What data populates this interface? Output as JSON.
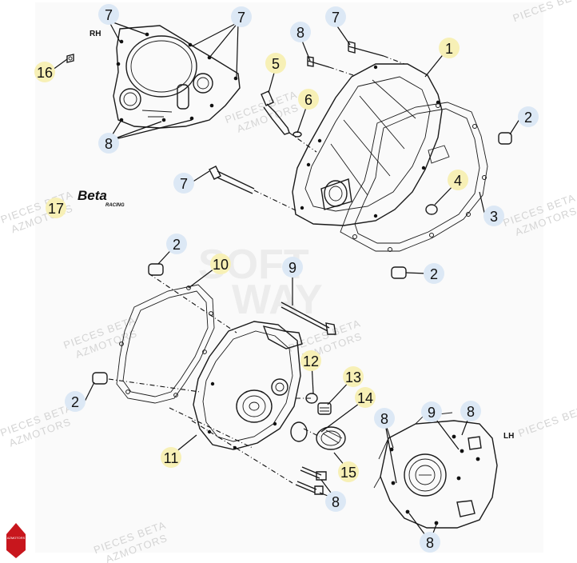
{
  "labels": {
    "rh": "RH",
    "lh": "LH",
    "brand_name": "Beta",
    "brand_tagline": "RACING",
    "watermark_line1": "PIECES BETA",
    "watermark_line2": "AZMOTORS",
    "watermark_center": "SOFT WAY",
    "logo_text": "AZMOTORS"
  },
  "colors": {
    "callout_yellow": "#f7f0b6",
    "callout_blue": "#dce8f5",
    "logo_red": "#c8161d"
  },
  "callouts": [
    {
      "id": "c7a",
      "num": "7",
      "tone": "blue"
    },
    {
      "id": "c7b",
      "num": "7",
      "tone": "blue"
    },
    {
      "id": "c7c",
      "num": "7",
      "tone": "blue"
    },
    {
      "id": "c8a",
      "num": "8",
      "tone": "blue"
    },
    {
      "id": "c1",
      "num": "1",
      "tone": "yellow"
    },
    {
      "id": "c16",
      "num": "16",
      "tone": "yellow"
    },
    {
      "id": "c5",
      "num": "5",
      "tone": "yellow"
    },
    {
      "id": "c6",
      "num": "6",
      "tone": "yellow"
    },
    {
      "id": "c8b",
      "num": "8",
      "tone": "blue"
    },
    {
      "id": "c2a",
      "num": "2",
      "tone": "blue"
    },
    {
      "id": "c4",
      "num": "4",
      "tone": "yellow"
    },
    {
      "id": "c7d",
      "num": "7",
      "tone": "blue"
    },
    {
      "id": "c3",
      "num": "3",
      "tone": "blue"
    },
    {
      "id": "c17",
      "num": "17",
      "tone": "yellow"
    },
    {
      "id": "c2b",
      "num": "2",
      "tone": "blue"
    },
    {
      "id": "c10",
      "num": "10",
      "tone": "yellow"
    },
    {
      "id": "c9a",
      "num": "9",
      "tone": "blue"
    },
    {
      "id": "c2c",
      "num": "2",
      "tone": "blue"
    },
    {
      "id": "c12",
      "num": "12",
      "tone": "yellow"
    },
    {
      "id": "c13",
      "num": "13",
      "tone": "yellow"
    },
    {
      "id": "c14",
      "num": "14",
      "tone": "yellow"
    },
    {
      "id": "c2d",
      "num": "2",
      "tone": "blue"
    },
    {
      "id": "c8c",
      "num": "8",
      "tone": "blue"
    },
    {
      "id": "c9b",
      "num": "9",
      "tone": "blue"
    },
    {
      "id": "c8d",
      "num": "8",
      "tone": "blue"
    },
    {
      "id": "c11",
      "num": "11",
      "tone": "yellow"
    },
    {
      "id": "c15",
      "num": "15",
      "tone": "yellow"
    },
    {
      "id": "c8e",
      "num": "8",
      "tone": "blue"
    },
    {
      "id": "c8f",
      "num": "8",
      "tone": "blue"
    }
  ]
}
